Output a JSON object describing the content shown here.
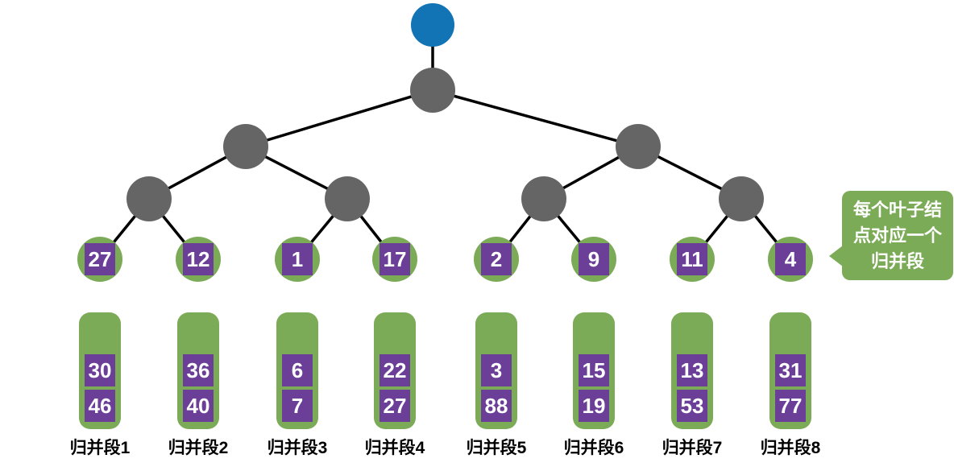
{
  "colors": {
    "root-blue": "#1274B5",
    "node-gray": "#656565",
    "leaf-green": "#7CAB57",
    "value-purple": "#6B3E98",
    "edge-black": "#000000",
    "text-white": "#FFFFFF",
    "label-black": "#000000"
  },
  "tree": {
    "leaves": [
      {
        "value": "27"
      },
      {
        "value": "12"
      },
      {
        "value": "1"
      },
      {
        "value": "17"
      },
      {
        "value": "2"
      },
      {
        "value": "9"
      },
      {
        "value": "11"
      },
      {
        "value": "4"
      }
    ]
  },
  "segments": [
    {
      "label": "归并段1",
      "values": [
        "30",
        "46"
      ]
    },
    {
      "label": "归并段2",
      "values": [
        "36",
        "40"
      ]
    },
    {
      "label": "归并段3",
      "values": [
        "6",
        "7"
      ]
    },
    {
      "label": "归并段4",
      "values": [
        "22",
        "27"
      ]
    },
    {
      "label": "归并段5",
      "values": [
        "3",
        "88"
      ]
    },
    {
      "label": "归并段6",
      "values": [
        "15",
        "19"
      ]
    },
    {
      "label": "归并段7",
      "values": [
        "13",
        "53"
      ]
    },
    {
      "label": "归并段8",
      "values": [
        "31",
        "77"
      ]
    }
  ],
  "callout": {
    "text": "每个叶子结点对应一个归并段",
    "lines": [
      "每个叶子结",
      "点对应一个",
      "归并段"
    ]
  }
}
